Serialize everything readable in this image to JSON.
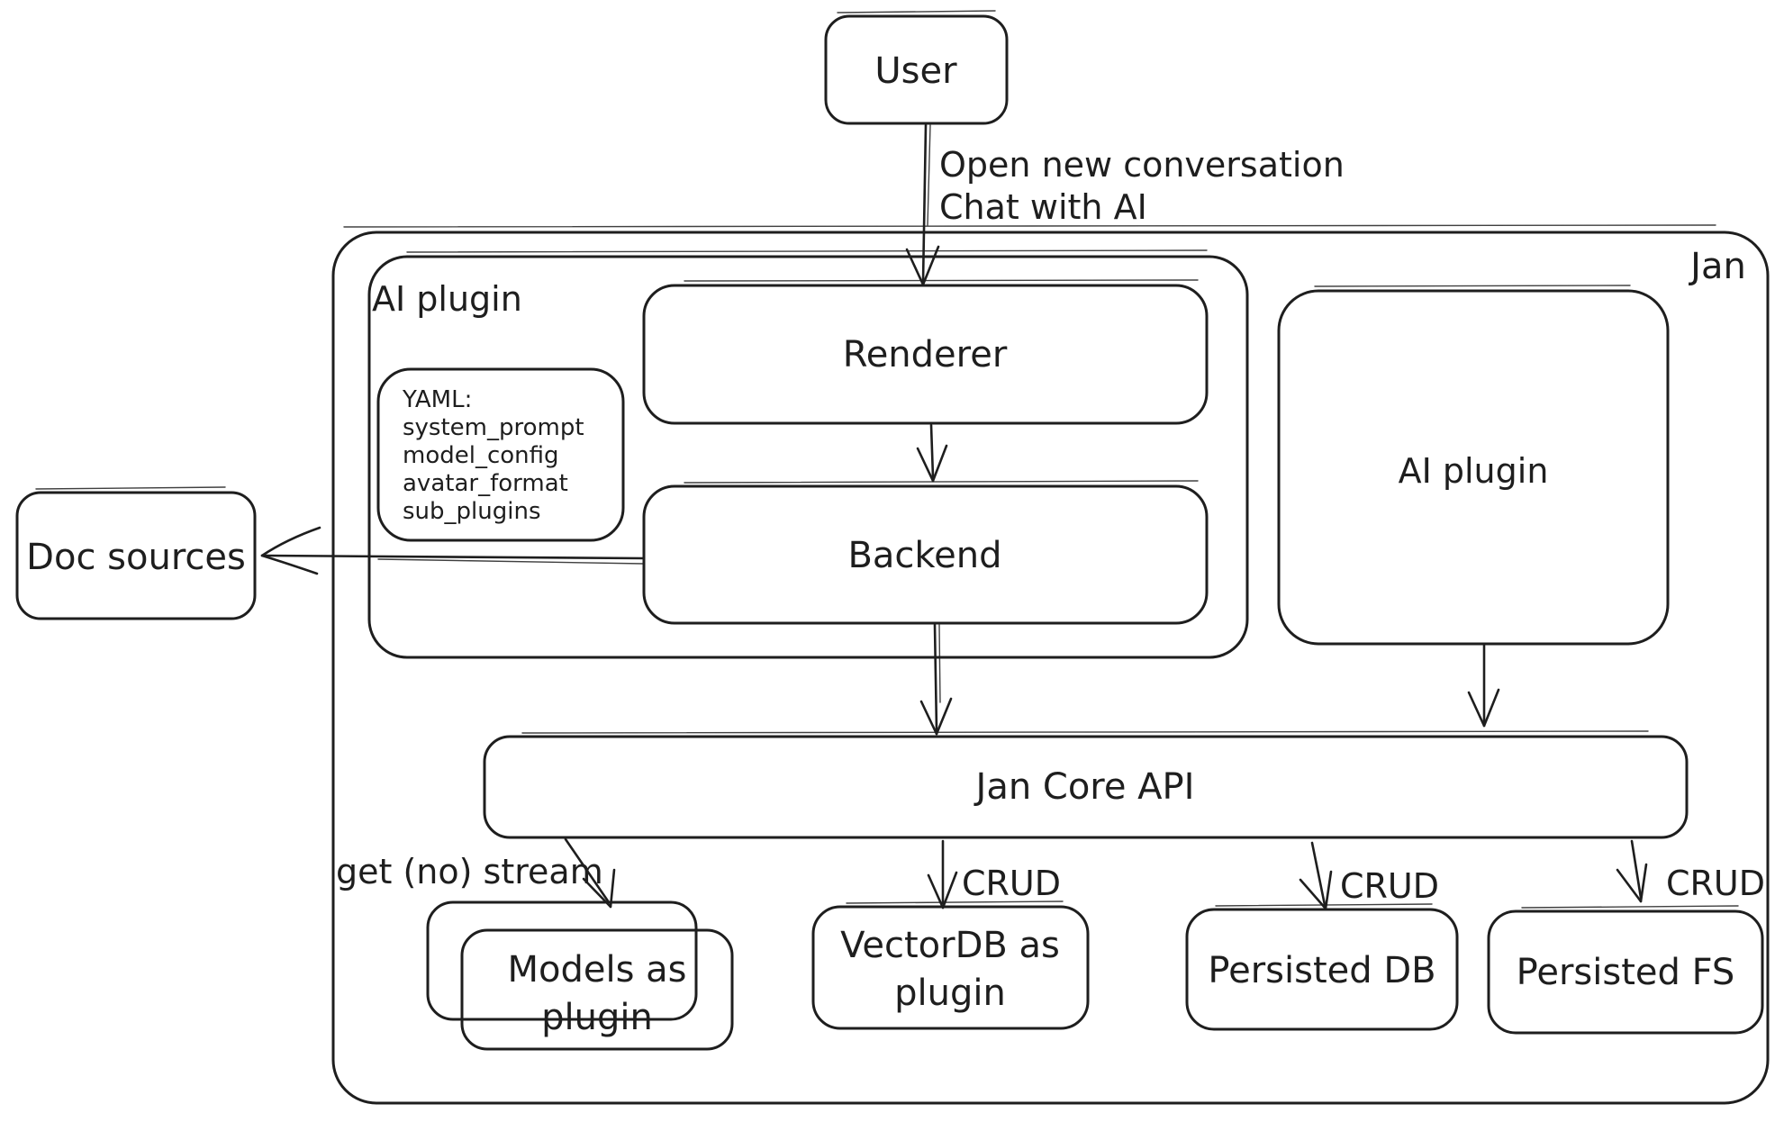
{
  "diagram": {
    "colors": {
      "stroke": "#1e1e1e",
      "background": "#ffffff"
    },
    "nodes": {
      "user": {
        "label": "User"
      },
      "jan_container": {
        "label": "Jan"
      },
      "ai_plugin_left": {
        "label": "AI plugin"
      },
      "yaml_note": {
        "lines": [
          "YAML:",
          "system_prompt",
          "model_config",
          "avatar_format",
          "sub_plugins"
        ]
      },
      "renderer": {
        "label": "Renderer"
      },
      "backend": {
        "label": "Backend"
      },
      "ai_plugin_right": {
        "label": "AI plugin"
      },
      "jan_core_api": {
        "label": "Jan Core API"
      },
      "doc_sources": {
        "label": "Doc sources"
      },
      "models_as_plugin": {
        "line1": "Models as",
        "line2": "plugin"
      },
      "vectordb_as_plugin": {
        "line1": "VectorDB as",
        "line2": "plugin"
      },
      "persisted_db": {
        "label": "Persisted DB"
      },
      "persisted_fs": {
        "label": "Persisted FS"
      }
    },
    "edges": {
      "user_to_renderer": {
        "label_line1": "Open new conversation",
        "label_line2": "Chat with AI"
      },
      "jancore_to_models": {
        "label": "get (no) stream"
      },
      "jancore_to_vectordb": {
        "label": "CRUD"
      },
      "jancore_to_persisted_db": {
        "label": "CRUD"
      },
      "jancore_to_persisted_fs": {
        "label": "CRUD"
      }
    }
  }
}
